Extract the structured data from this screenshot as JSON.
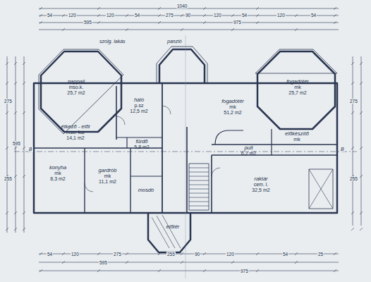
{
  "diagram": {
    "nodes": [
      {
        "text": [
          "nappali",
          "mso.k.",
          "25,7 m2"
        ]
      },
      {
        "text": [
          "háló",
          "p.sz",
          "12,5 m2"
        ]
      },
      {
        "text": [
          "étkező - előt",
          "mso. kar",
          "14,1 m2"
        ]
      },
      {
        "text": [
          "fürdő",
          "5,8 m2"
        ]
      },
      {
        "text": [
          "konyha",
          "mk",
          "8,3 m2"
        ]
      },
      {
        "text": [
          "gardrób",
          "mk",
          "11,1 m2"
        ]
      },
      {
        "text": [
          "mosdó"
        ]
      },
      {
        "text": [
          "fogadótér",
          "mk",
          "51,2 m2"
        ]
      },
      {
        "text": [
          "fogadótér",
          "mk",
          "25,7 m2"
        ]
      },
      {
        "text": [
          "pult",
          "6,2 m2"
        ]
      },
      {
        "text": [
          "előkészítő",
          "mk"
        ]
      },
      {
        "text": [
          "raktár",
          "cem. l.",
          "32,5 m2"
        ]
      },
      {
        "text": [
          "előtér"
        ]
      }
    ],
    "labels": [
      "szolg. lakás",
      "panzió",
      "B",
      "B",
      "54",
      "120",
      "120",
      "54",
      "275",
      "90",
      "120",
      "54",
      "120",
      "54",
      "595",
      "975",
      "1040",
      "54",
      "120",
      "275",
      "255",
      "90",
      "120",
      "54",
      "25",
      "595",
      "975",
      "275",
      "255",
      "595",
      "275",
      "255"
    ]
  }
}
